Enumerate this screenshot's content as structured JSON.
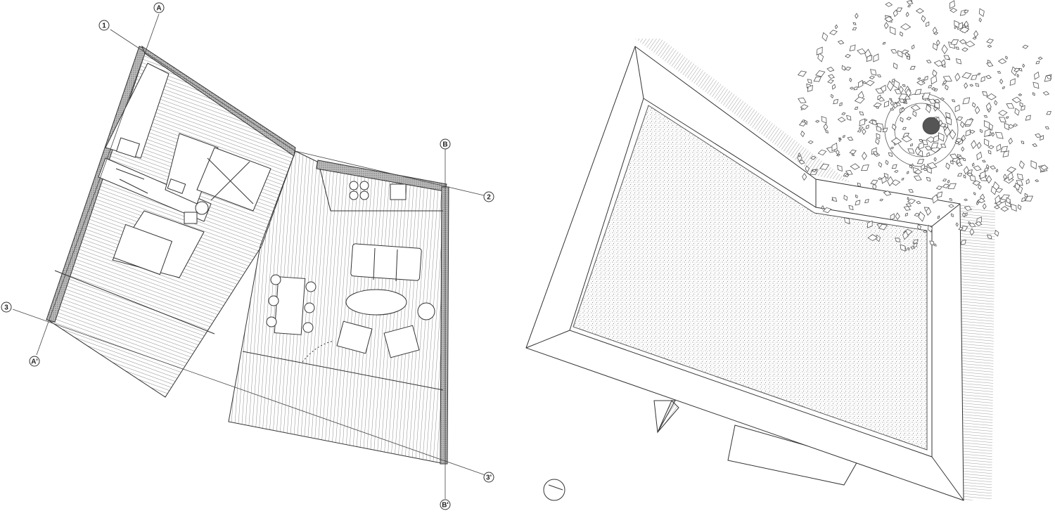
{
  "grid_markers": [
    {
      "id": "A",
      "label": "A"
    },
    {
      "id": "A_prime",
      "label": "A'"
    },
    {
      "id": "B",
      "label": "B"
    },
    {
      "id": "B_prime",
      "label": "B'"
    },
    {
      "id": "1",
      "label": "1"
    },
    {
      "id": "2",
      "label": "2"
    },
    {
      "id": "3",
      "label": "3"
    },
    {
      "id": "3_prime",
      "label": "3'"
    }
  ],
  "colors": {
    "line": "#333333",
    "hatch": "#7a7a7a",
    "roof_gravel": "#9a9a9a",
    "tree_trunk": "#555555",
    "background": "#ffffff"
  }
}
